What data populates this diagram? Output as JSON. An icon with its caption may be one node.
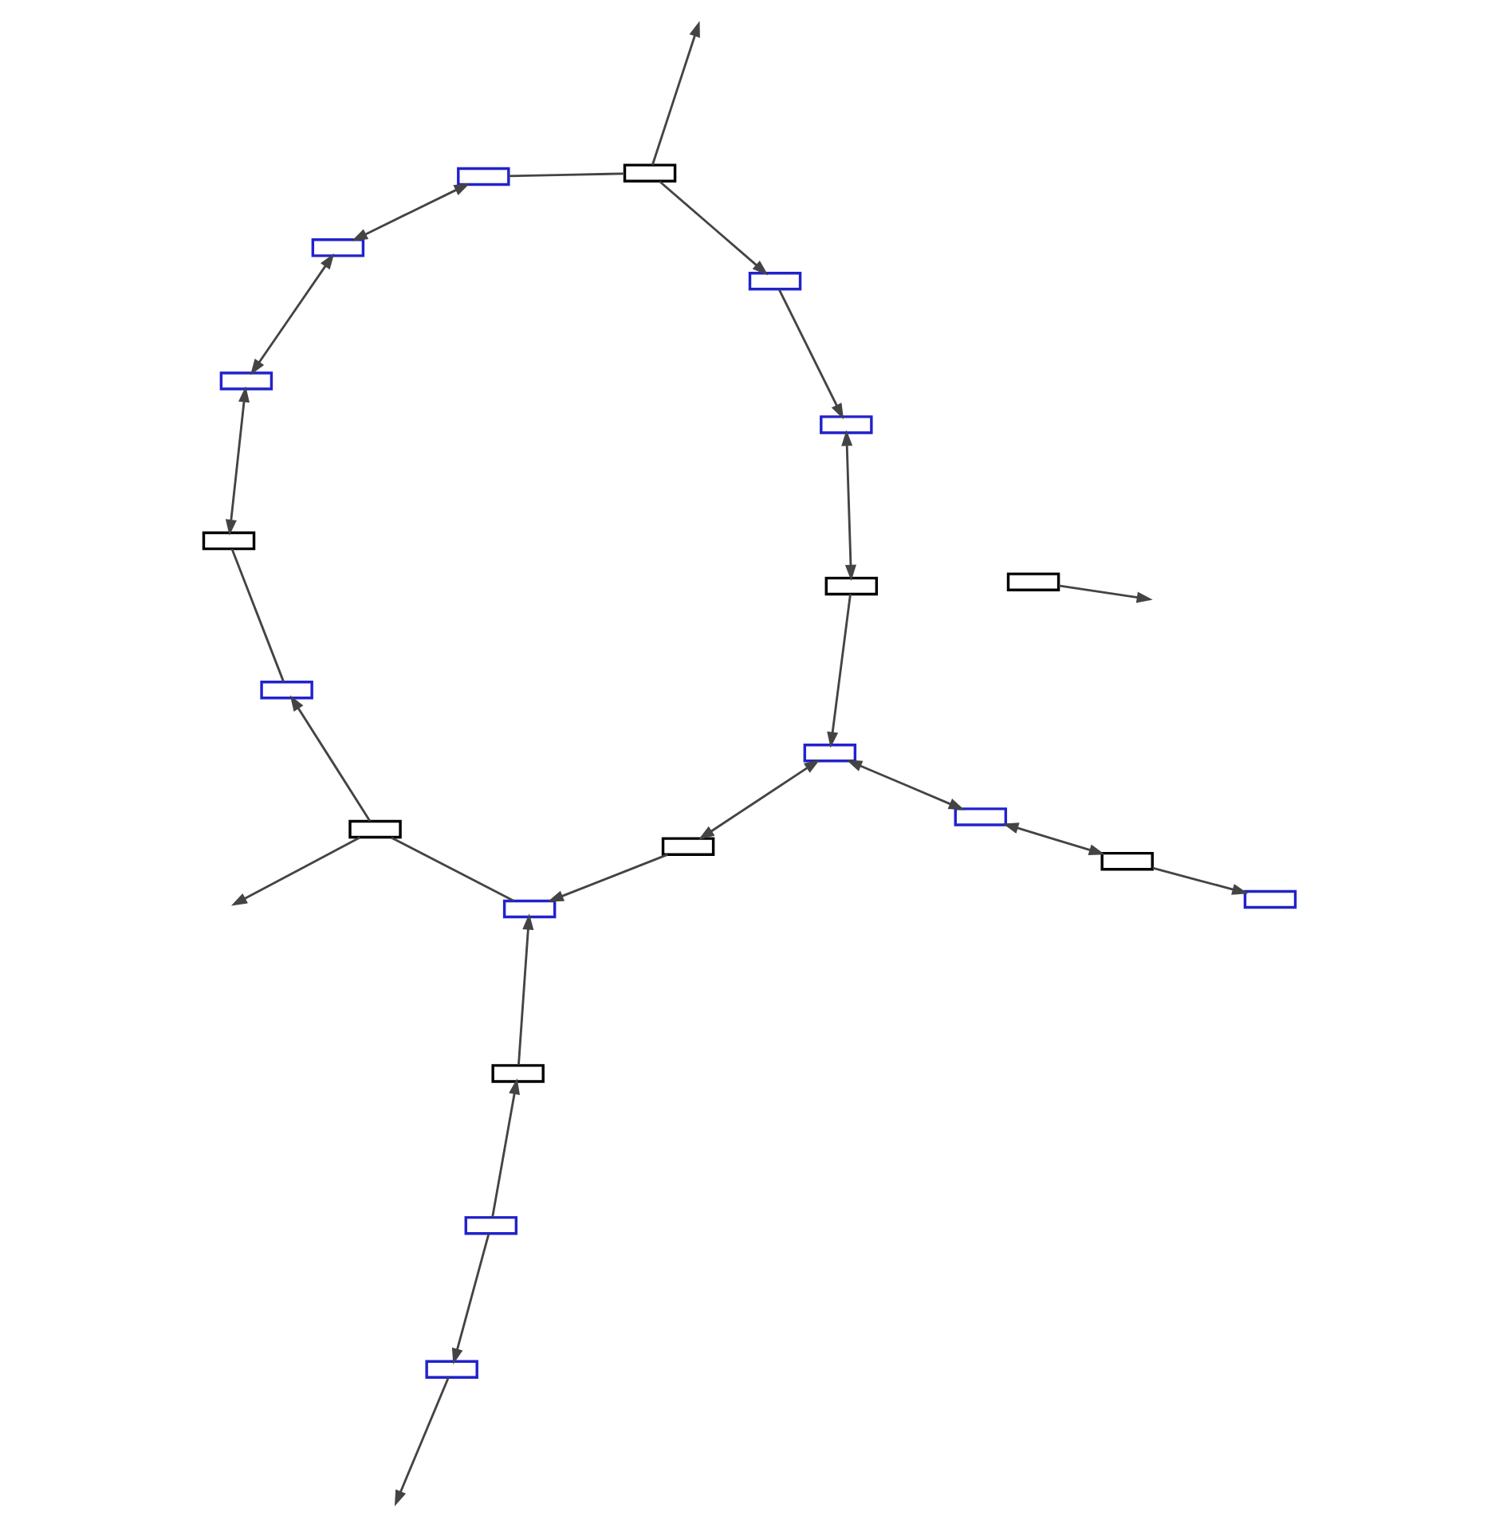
{
  "diagram": {
    "nodes": [
      {
        "text": [],
        "shape": "box"
      },
      {
        "text": [],
        "shape": "box"
      },
      {
        "text": [],
        "shape": "box"
      },
      {
        "text": [],
        "shape": "box"
      },
      {
        "text": [],
        "shape": "box"
      },
      {
        "text": [],
        "shape": "box"
      },
      {
        "text": [],
        "shape": "box"
      },
      {
        "text": [],
        "shape": "box"
      },
      {
        "text": [],
        "shape": "box"
      },
      {
        "text": [],
        "shape": "box"
      },
      {
        "text": [],
        "shape": "box"
      },
      {
        "text": [],
        "shape": "box"
      },
      {
        "text": [],
        "shape": "box"
      },
      {
        "text": [],
        "shape": "box"
      },
      {
        "text": [],
        "shape": "box"
      },
      {
        "text": [],
        "shape": "box"
      },
      {
        "text": [],
        "shape": "box"
      },
      {
        "text": [],
        "shape": "box"
      },
      {
        "text": [],
        "shape": "box"
      },
      {
        "text": [],
        "shape": "box"
      }
    ],
    "edges": [
      {
        "from": 0,
        "to": 1,
        "arrow": "to"
      },
      {
        "from": 0,
        "to": 2,
        "arrow": "to"
      },
      {
        "from": 2,
        "to": null,
        "arrow": "to"
      },
      {
        "from": 1,
        "to": 4,
        "arrow": "to"
      },
      {
        "from": 4,
        "to": 3,
        "arrow": "none"
      },
      {
        "from": 3,
        "to": null,
        "arrow": "to"
      },
      {
        "from": 3,
        "to": 5,
        "arrow": "to"
      },
      {
        "from": 5,
        "to": 6,
        "arrow": "none"
      },
      {
        "from": 6,
        "to": 10,
        "arrow": "both"
      },
      {
        "from": 8,
        "to": 4,
        "arrow": "to"
      },
      {
        "from": 8,
        "to": 12,
        "arrow": "both"
      },
      {
        "from": 9,
        "to": 7,
        "arrow": "to"
      },
      {
        "from": 9,
        "to": 11,
        "arrow": "both"
      },
      {
        "from": 11,
        "to": 12,
        "arrow": "both"
      },
      {
        "from": 13,
        "to": 12,
        "arrow": "to"
      },
      {
        "from": 13,
        "to": 14,
        "arrow": "both"
      },
      {
        "from": 10,
        "to": 15,
        "arrow": "both"
      },
      {
        "from": 15,
        "to": 17,
        "arrow": "both"
      },
      {
        "from": 17,
        "to": 19,
        "arrow": "none"
      },
      {
        "from": 19,
        "to": 18,
        "arrow": "to"
      },
      {
        "from": 18,
        "to": 14,
        "arrow": "to"
      },
      {
        "from": 16,
        "to": null,
        "arrow": "to"
      },
      {
        "from": 19,
        "to": null,
        "arrow": "to"
      }
    ]
  }
}
